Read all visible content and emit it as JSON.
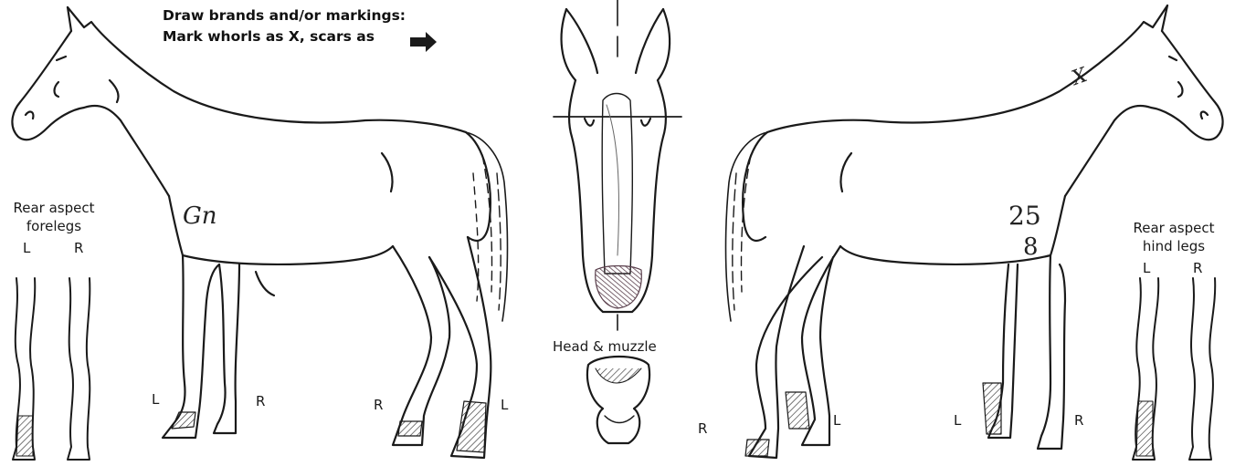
{
  "instructions": {
    "line1": "Draw brands and/or markings:",
    "line2": "Mark whorls as X, scars as"
  },
  "left_panel": {
    "title_line1": "Rear aspect",
    "title_line2": "forelegs",
    "left_label": "L",
    "right_label": "R"
  },
  "right_panel": {
    "title_line1": "Rear aspect",
    "title_line2": "hind legs",
    "left_label": "L",
    "right_label": "R"
  },
  "center_panel": {
    "caption": "Head & muzzle"
  },
  "left_horse_labels": {
    "fore_left": "L",
    "fore_right": "R",
    "hind_right": "R",
    "hind_left": "L"
  },
  "right_horse_labels": {
    "hind_right": "R",
    "hind_left": "L",
    "fore_left": "L",
    "fore_right": "R"
  },
  "annotations": {
    "left_side_handwriting": "Gn",
    "right_side_number_top": "25",
    "right_side_number_bottom": "8",
    "whorl_mark": "X"
  },
  "colors": {
    "ink": "#1a1a1a",
    "shading": "#6b4f5c"
  }
}
